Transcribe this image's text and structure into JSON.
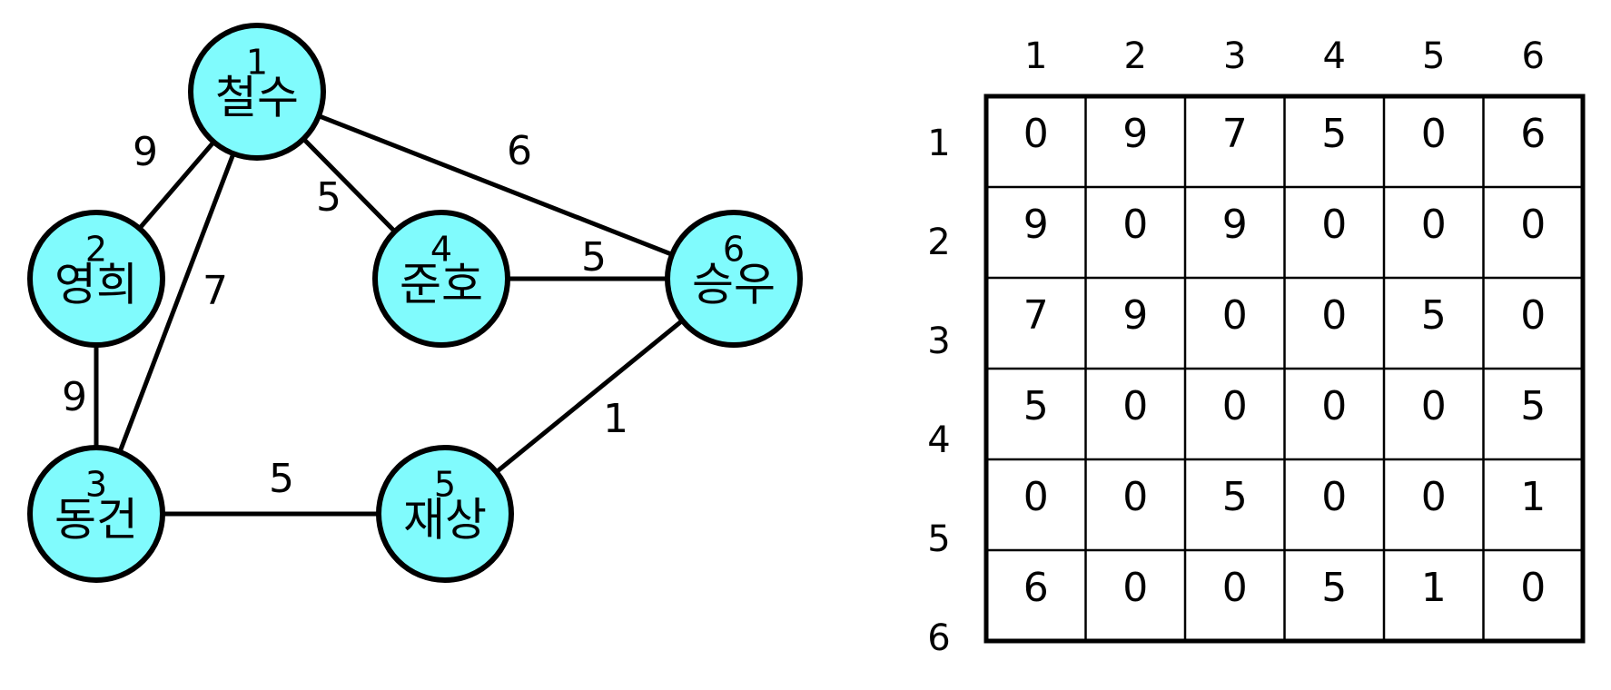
{
  "graph": {
    "nodes": [
      {
        "id": "1",
        "name": "철수"
      },
      {
        "id": "2",
        "name": "영희"
      },
      {
        "id": "3",
        "name": "동건"
      },
      {
        "id": "4",
        "name": "준호"
      },
      {
        "id": "5",
        "name": "재상"
      },
      {
        "id": "6",
        "name": "승우"
      }
    ],
    "edges": [
      {
        "from": "1",
        "to": "2",
        "weight": "9"
      },
      {
        "from": "1",
        "to": "3",
        "weight": "7"
      },
      {
        "from": "1",
        "to": "4",
        "weight": "5"
      },
      {
        "from": "1",
        "to": "6",
        "weight": "6"
      },
      {
        "from": "2",
        "to": "3",
        "weight": "9"
      },
      {
        "from": "4",
        "to": "6",
        "weight": "5"
      },
      {
        "from": "3",
        "to": "5",
        "weight": "5"
      },
      {
        "from": "5",
        "to": "6",
        "weight": "1"
      }
    ],
    "node_color": "#80fbfd"
  },
  "matrix": {
    "col_headers": [
      "1",
      "2",
      "3",
      "4",
      "5",
      "6"
    ],
    "row_headers": [
      "1",
      "2",
      "3",
      "4",
      "5",
      "6"
    ],
    "rows": [
      [
        "0",
        "9",
        "7",
        "5",
        "0",
        "6"
      ],
      [
        "9",
        "0",
        "9",
        "0",
        "0",
        "0"
      ],
      [
        "7",
        "9",
        "0",
        "0",
        "5",
        "0"
      ],
      [
        "5",
        "0",
        "0",
        "0",
        "0",
        "5"
      ],
      [
        "0",
        "0",
        "5",
        "0",
        "0",
        "1"
      ],
      [
        "6",
        "0",
        "0",
        "5",
        "1",
        "0"
      ]
    ]
  }
}
